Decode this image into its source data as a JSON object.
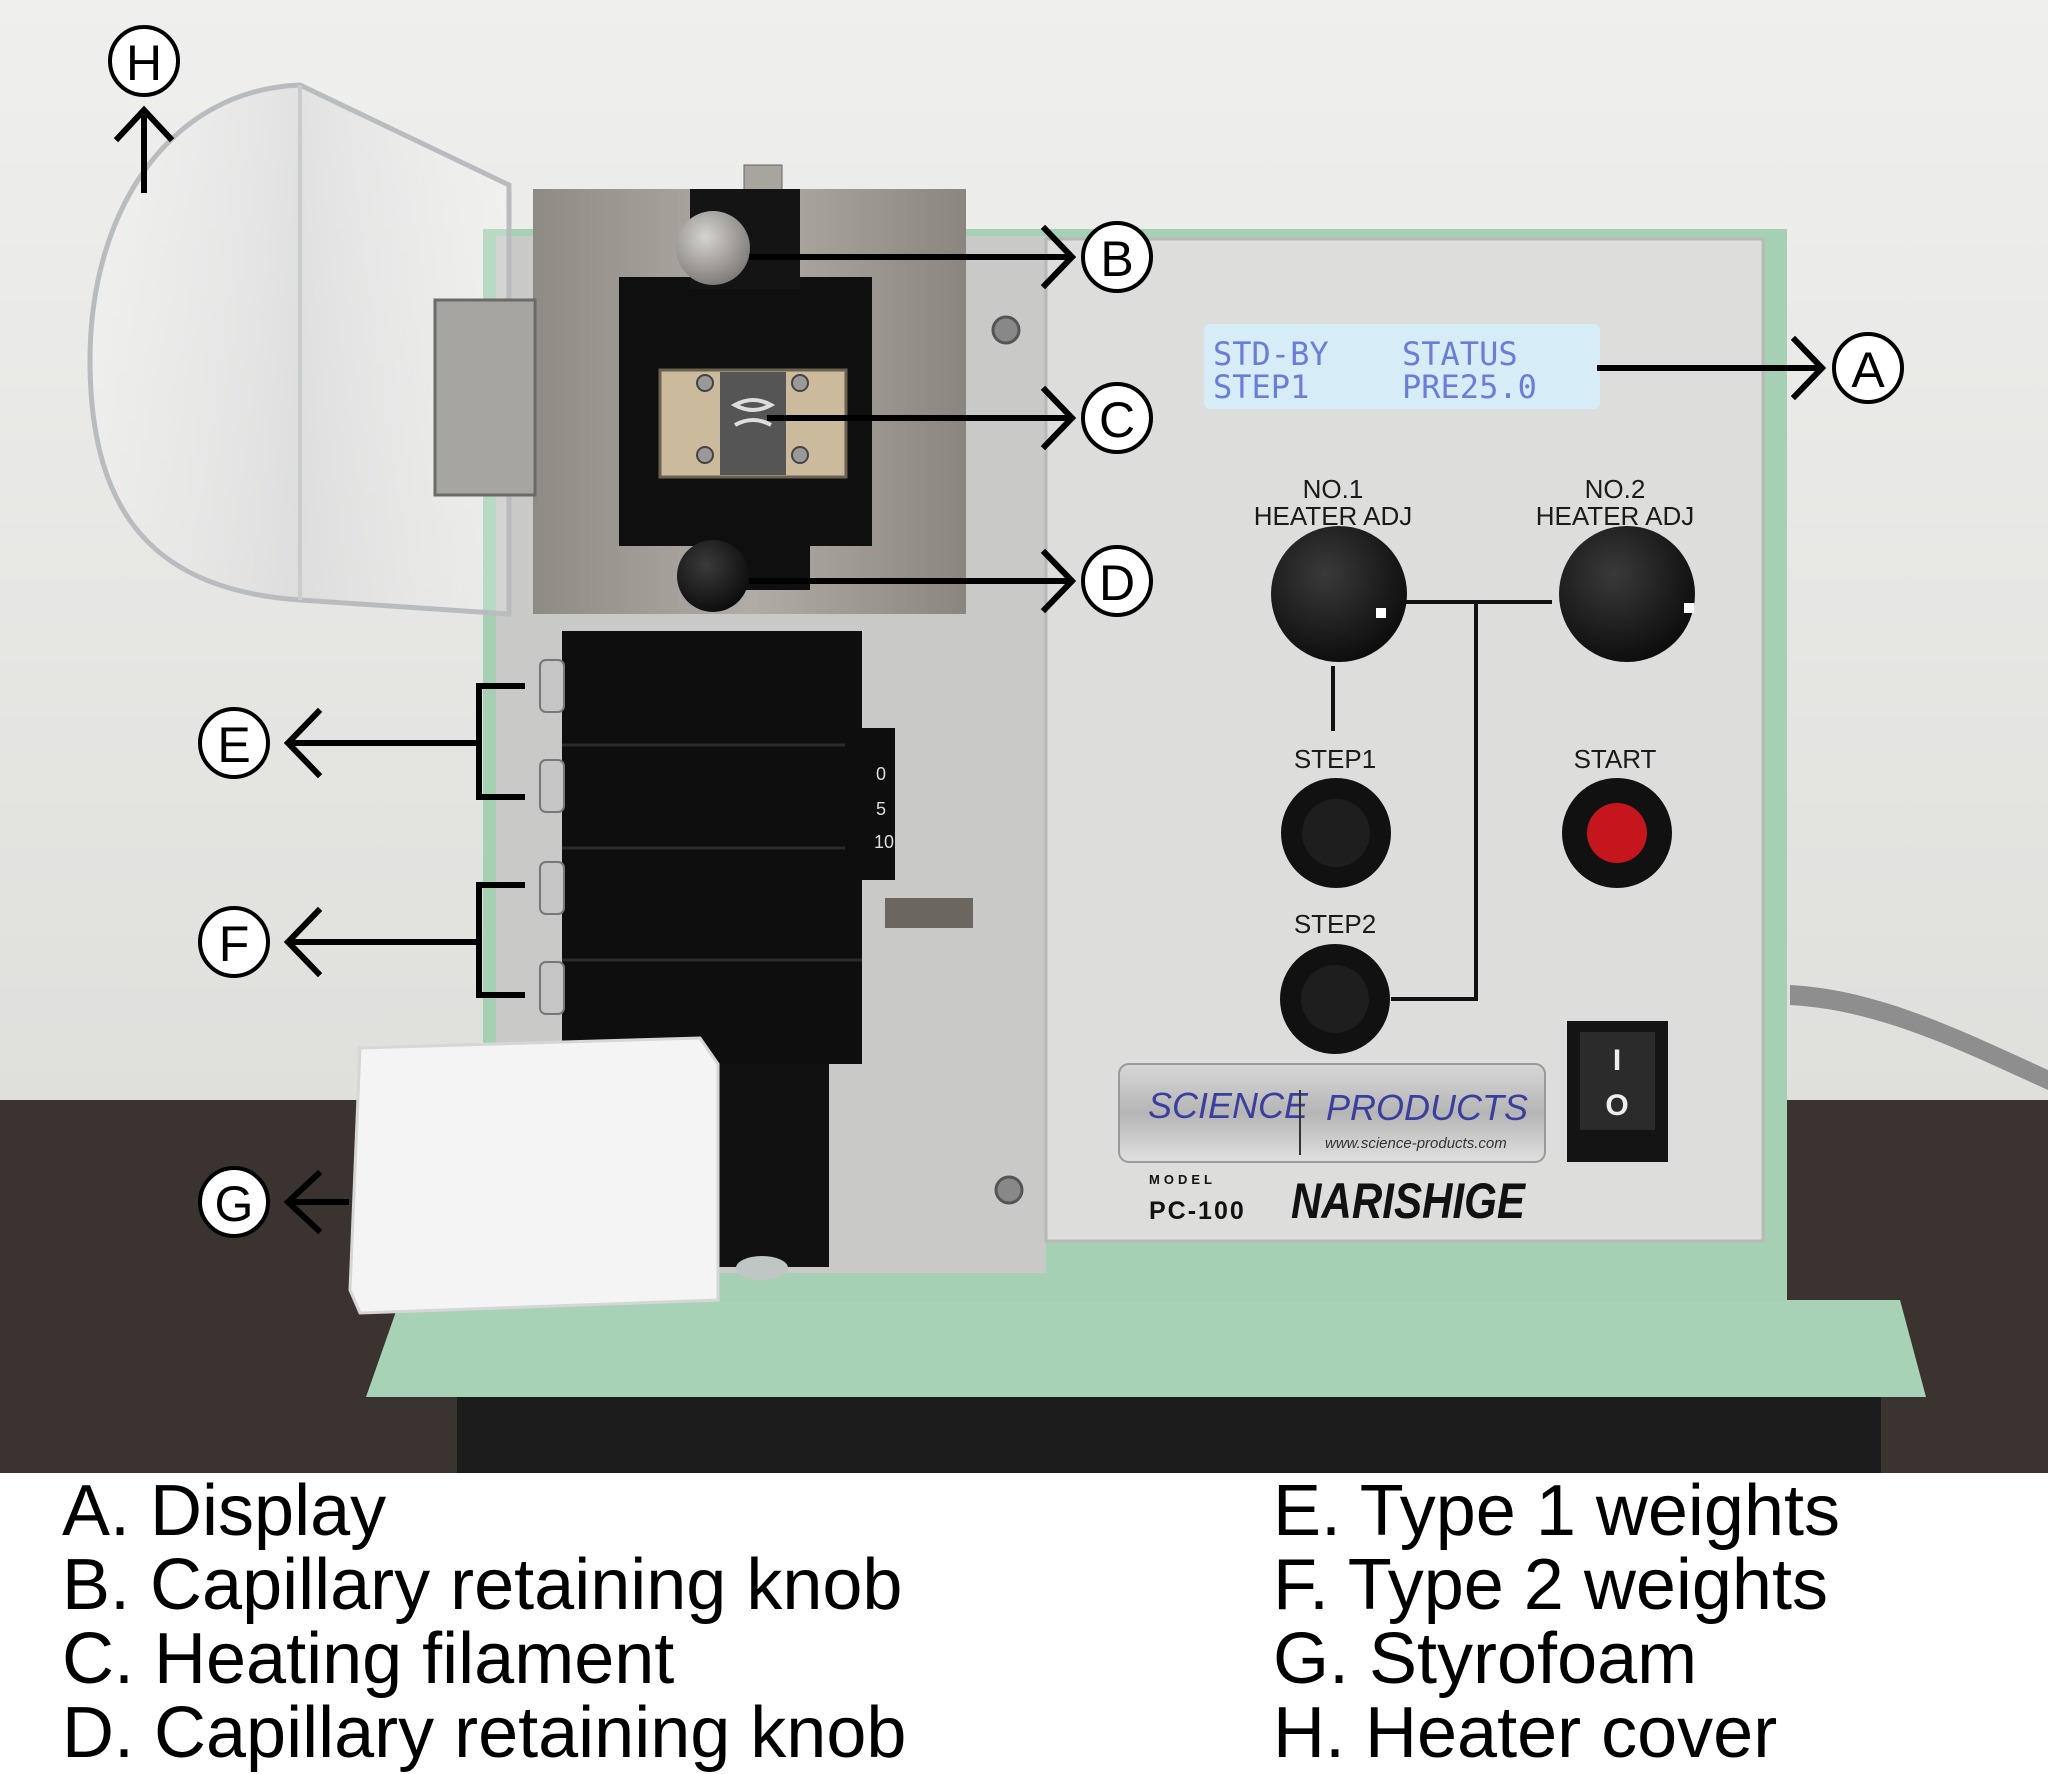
{
  "display": {
    "line1_left": "STD-BY",
    "line1_right": "STATUS",
    "line2_left": "STEP1",
    "line2_right": "PRE25.0"
  },
  "panel": {
    "heater1_line1": "NO.1",
    "heater1_line2": "HEATER ADJ",
    "heater2_line1": "NO.2",
    "heater2_line2": "HEATER ADJ",
    "step1": "STEP1",
    "step2": "STEP2",
    "start": "START",
    "switch_on": "I",
    "switch_off": "O",
    "scale_ticks": [
      "0",
      "5",
      "10"
    ]
  },
  "branding": {
    "badge_left": "SCIENCE",
    "badge_right": "PRODUCTS",
    "badge_url": "www.science-products.com",
    "model_label": "MODEL",
    "model": "PC-100",
    "maker": "NARISHIGE"
  },
  "markers": [
    "A",
    "B",
    "C",
    "D",
    "E",
    "F",
    "G",
    "H"
  ],
  "legend": {
    "left": [
      "A. Display",
      "B. Capillary retaining knob",
      "C. Heating filament",
      "D. Capillary retaining knob"
    ],
    "right": [
      "E. Type 1 weights",
      "F. Type 2 weights",
      "G. Styrofoam",
      "H. Heater cover"
    ]
  },
  "colors": {
    "lcd_text": "#6a7ed8",
    "lcd_bg": "#d6ecf7",
    "body_green": "#a8d2b6",
    "start_red": "#c4161c"
  }
}
